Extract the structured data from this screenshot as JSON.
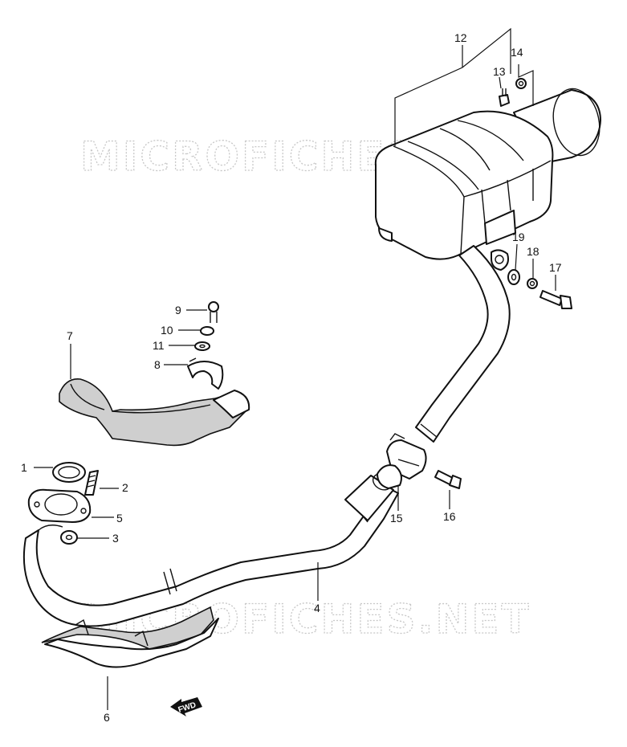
{
  "watermark": {
    "top": "MICROFICHES.NET",
    "bottom": "MICROFICHES.NET"
  },
  "direction_label": "FWD",
  "callouts": [
    {
      "id": "1",
      "label": "1"
    },
    {
      "id": "2",
      "label": "2"
    },
    {
      "id": "3",
      "label": "3"
    },
    {
      "id": "4",
      "label": "4"
    },
    {
      "id": "5",
      "label": "5"
    },
    {
      "id": "6",
      "label": "6"
    },
    {
      "id": "7",
      "label": "7"
    },
    {
      "id": "8",
      "label": "8"
    },
    {
      "id": "9",
      "label": "9"
    },
    {
      "id": "10",
      "label": "10"
    },
    {
      "id": "11",
      "label": "11"
    },
    {
      "id": "12",
      "label": "12"
    },
    {
      "id": "13",
      "label": "13"
    },
    {
      "id": "14",
      "label": "14"
    },
    {
      "id": "15",
      "label": "15"
    },
    {
      "id": "16",
      "label": "16"
    },
    {
      "id": "17",
      "label": "17"
    },
    {
      "id": "18",
      "label": "18"
    },
    {
      "id": "19",
      "label": "19"
    }
  ]
}
